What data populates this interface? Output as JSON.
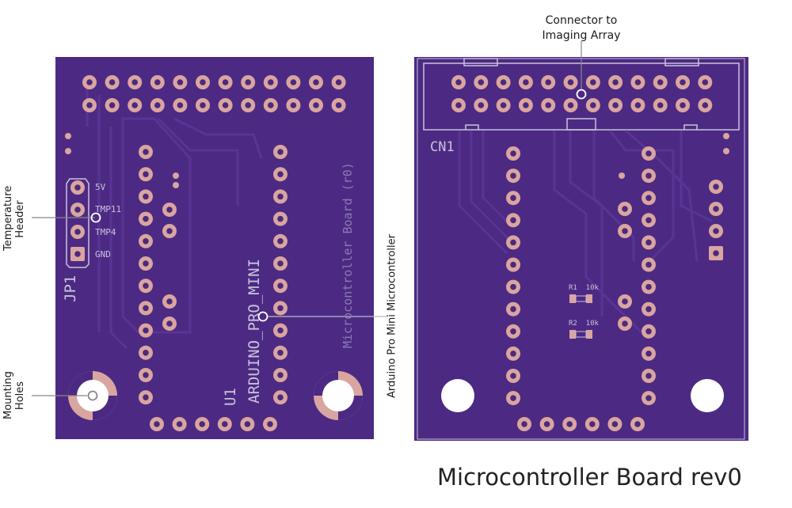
{
  "title": "Microcontroller Board rev0",
  "colors": {
    "board": "#4c2a83",
    "board_edge": "#3d2170",
    "trace": "#5a3494",
    "pad": "#d9a5a0",
    "pad_hole": "#4a2a7d",
    "silkscreen": "#c9c2dc",
    "callout_line": "#ffffff",
    "mounting_hole": "#ffffff"
  },
  "left_board": {
    "silk": {
      "jp1": "JP1",
      "pin_5v": "5V",
      "pin_tmp11": "TMP11",
      "pin_tmp4": "TMP4",
      "pin_gnd": "GND",
      "u1": "U1",
      "part_name": "ARDUINO_PRO_MINI",
      "board_name": "Microcontroller Board (r0)"
    }
  },
  "right_board": {
    "silk": {
      "cn1": "CN1",
      "r1": "R1  10k",
      "r2": "R2  10k"
    }
  },
  "callouts": {
    "temperature_header": [
      "Temperature",
      "Header"
    ],
    "mounting_holes": [
      "Mounting",
      "Holes"
    ],
    "arduino_pro_mini": "Arduino Pro Mini Microcontroller",
    "connector": [
      "Connector to",
      "Imaging Array"
    ]
  }
}
